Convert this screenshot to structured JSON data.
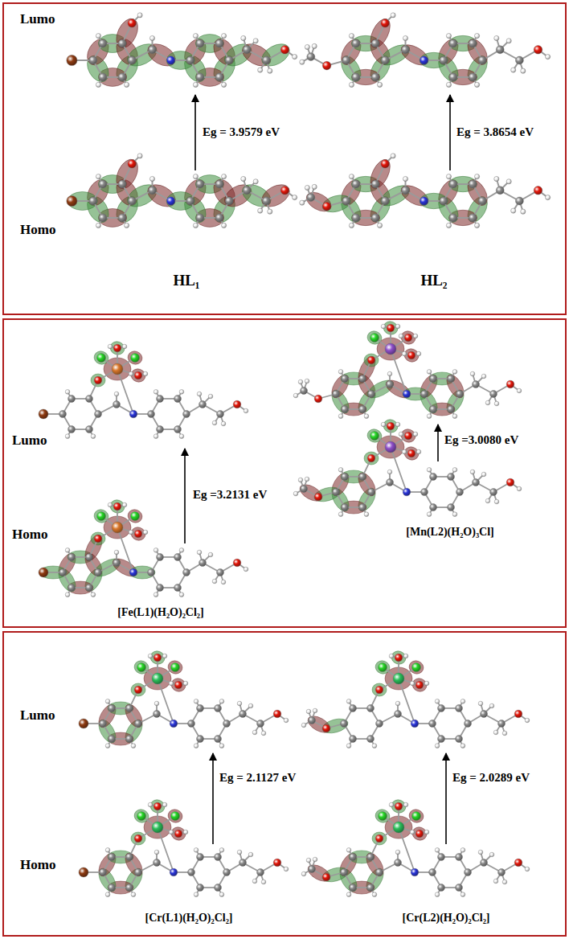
{
  "diagram": {
    "nodes": [
      {
        "text": [
          "Lumo",
          "Eg = 3.9579 eV",
          "Eg = 3.8654 eV",
          "Homo",
          "HL₁",
          "HL₂"
        ]
      },
      {
        "text": [
          "Lumo",
          "Eg =3.0080 eV",
          "Eg =3.2131 eV",
          "[Mn(L2)(H₂O)₃Cl]",
          "Homo",
          "[Fe(L1)(H₂O)₂Cl₂]"
        ]
      },
      {
        "text": [
          "Lumo",
          "Eg = 2.1127 eV",
          "Eg = 2.0289 eV",
          "Homo",
          "[Cr(L1)(H₂O)₂Cl₂]",
          "[Cr(L2)(H₂O)₂Cl₂]"
        ]
      }
    ]
  }
}
